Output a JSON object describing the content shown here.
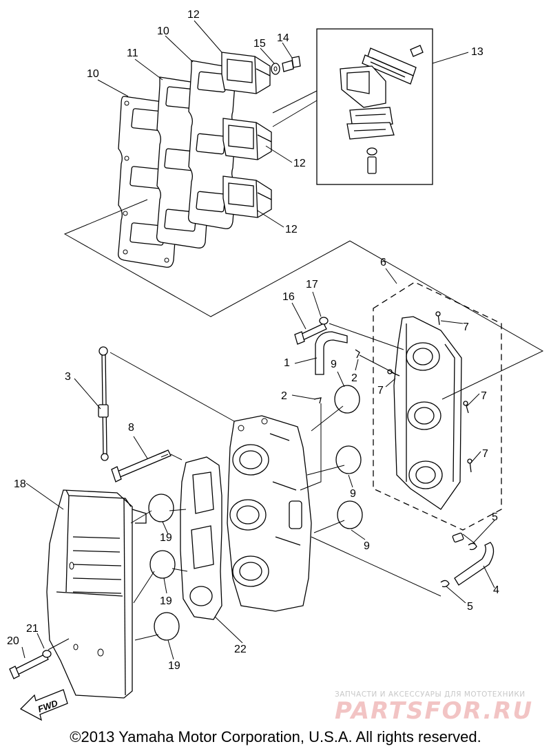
{
  "callouts": [
    "1",
    "2",
    "2",
    "3",
    "4",
    "5",
    "5",
    "6",
    "7",
    "7",
    "7",
    "7",
    "8",
    "9",
    "9",
    "9",
    "10",
    "10",
    "11",
    "12",
    "12",
    "12",
    "13",
    "14",
    "15",
    "16",
    "17",
    "18",
    "19",
    "19",
    "19",
    "20",
    "21",
    "22"
  ],
  "fwd_label": "FWD",
  "copyright": "©2013 Yamaha Motor Corporation, U.S.A. All rights reserved.",
  "watermark": {
    "tagline": "ЗАПЧАСТИ И АКСЕССУАРЫ ДЛЯ МОТОТЕХНИКИ",
    "logo": "PARTSFOR.RU"
  }
}
